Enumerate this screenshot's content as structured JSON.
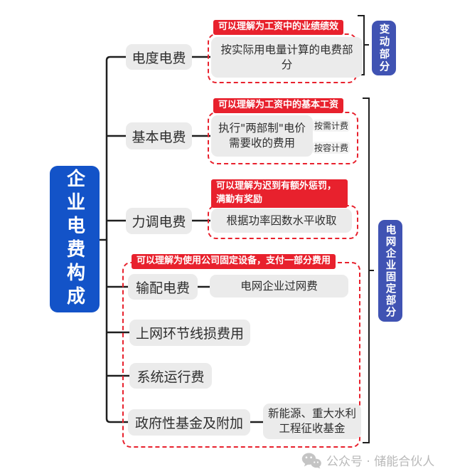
{
  "diagram": {
    "root": "企业电费构成",
    "groups": {
      "diandu": {
        "label": "电度电费",
        "note": "可以理解为工资中的业绩绩效",
        "detail": "按实际用电量计算的电费部分"
      },
      "jiben": {
        "label": "基本电费",
        "note": "可以理解为工资中的基本工资",
        "detail": "执行\"两部制\"电价需要收的费用",
        "sub1": "按需计费",
        "sub2": "按容计费"
      },
      "lidiao": {
        "label": "力调电费",
        "note": "可以理解为迟到有额外惩罚，满勤有奖励",
        "detail": "根据功率因数水平收取"
      },
      "fixed": {
        "note": "可以理解为使用公司固定设备，支付一部分费用",
        "shupei": {
          "label": "输配电费",
          "detail": "电网企业过网费"
        },
        "shangwang": {
          "label": "上网环节线损费用"
        },
        "xitong": {
          "label": "系统运行费"
        },
        "zhengfu": {
          "label": "政府性基金及附加",
          "detail": "新能源、重大水利工程征收基金"
        }
      }
    },
    "side_labels": {
      "variable": "变动部分",
      "fixed": "电网企业固定部分"
    },
    "colors": {
      "root_blue": "#1353C8",
      "side_blue": "#4053B3",
      "red": "#E8212D",
      "node_gray": "#EBEBEB",
      "line": "#1F1F1F"
    }
  },
  "footer": {
    "icon": "wechat-icon",
    "text": "公众号 · 储能合伙人"
  }
}
